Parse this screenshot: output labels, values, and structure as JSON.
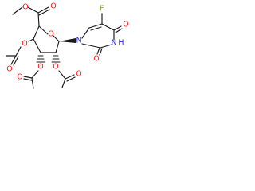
{
  "molecule": {
    "atoms": {
      "ring_oxygen": "O",
      "glycosyl_nitrogen": "N",
      "imide_nitrogen": "N",
      "imide_hydrogen": "H",
      "fluorine": "F",
      "carbonyl_oxygen_top": "O",
      "carbonyl_oxygen_bottom": "O",
      "ester_carbonyl_oxygen": "O",
      "ester_oxygen": "O",
      "acetoxy_oxygen_a": "O",
      "acetoxy_carbonyl_a": "O",
      "acetoxy_oxygen_b": "O",
      "acetoxy_carbonyl_b": "O",
      "acetoxy_oxygen_c": "O",
      "acetoxy_carbonyl_c": "O"
    },
    "colors": {
      "bond": "#1a1a1a",
      "oxygen": "#ff1a1a",
      "nitrogen": "#2b2bd8",
      "fluorine": "#7aa81e",
      "background": "#ffffff"
    }
  }
}
